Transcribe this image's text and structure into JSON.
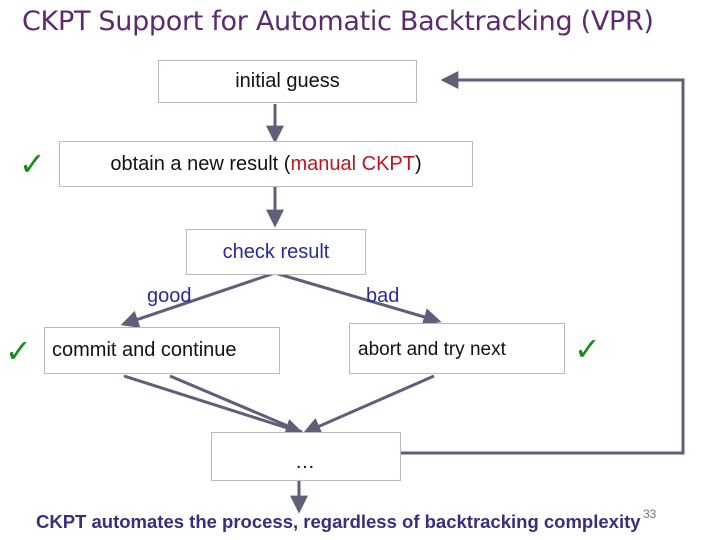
{
  "title": "CKPT Support for Automatic Backtracking (VPR)",
  "boxes": {
    "initial_guess": "initial guess",
    "new_result_prefix": "obtain a new result (",
    "new_result_highlight": "manual CKPT",
    "new_result_suffix": ")",
    "check_result": "check result",
    "commit": "commit and continue",
    "abort": "abort and try next",
    "ellipsis": "…"
  },
  "branches": {
    "good": "good",
    "bad": "bad"
  },
  "checkmarks": [
    "✓",
    "✓",
    "✓"
  ],
  "footer": "CKPT automates the process, regardless of backtracking complexity",
  "page_number": "33",
  "colors": {
    "title": "#5c2a6e",
    "highlight": "#c0141e",
    "check_text": "#2a2aa0",
    "branch_good": "#2a2aa0",
    "branch_bad": "#2a2aa0",
    "footer": "#3b2d80",
    "arrows": "#5e5f78",
    "checkmark": "#1a8a1a"
  }
}
